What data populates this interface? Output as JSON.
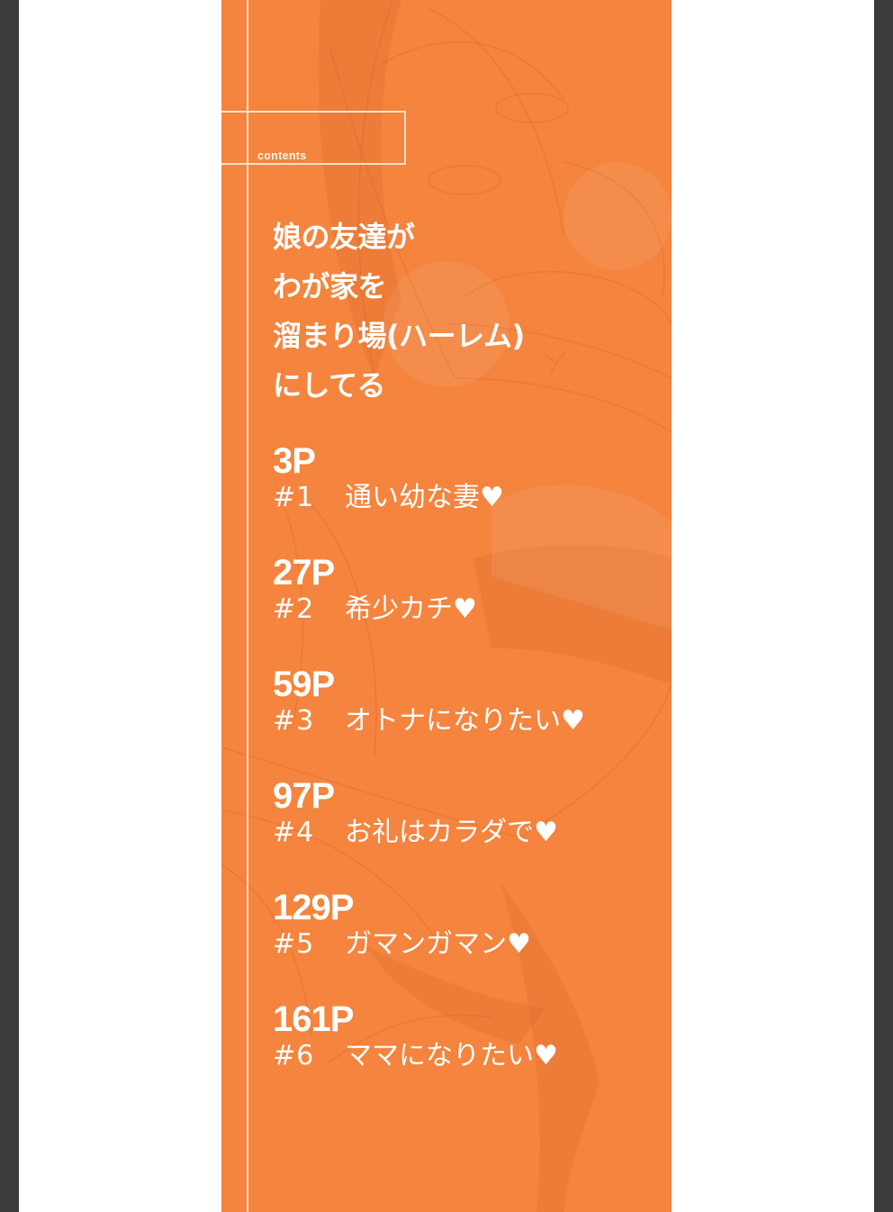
{
  "viewer": {
    "background_color": "#3b3a3d",
    "page_color": "#ffffff",
    "panel_color": "#f4843e"
  },
  "contents": {
    "label": "contents",
    "title_lines": [
      "娘の友達が",
      "わが家を",
      "溜まり場(ハーレム)",
      "にしてる"
    ],
    "heart_icon": "♥",
    "entries": [
      {
        "page": "3P",
        "number": "#1",
        "title": "通い幼な妻"
      },
      {
        "page": "27P",
        "number": "#2",
        "title": "希少カチ"
      },
      {
        "page": "59P",
        "number": "#3",
        "title": "オトナになりたい"
      },
      {
        "page": "97P",
        "number": "#4",
        "title": "お礼はカラダで"
      },
      {
        "page": "129P",
        "number": "#5",
        "title": "ガマンガマン"
      },
      {
        "page": "161P",
        "number": "#6",
        "title": "ママになりたい"
      }
    ]
  }
}
